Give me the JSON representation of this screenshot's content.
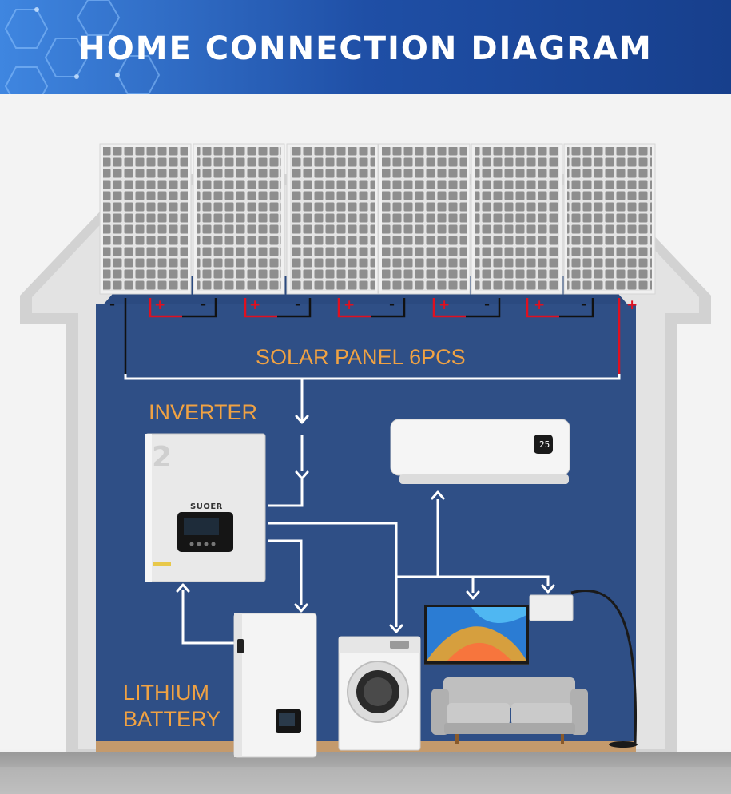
{
  "title": "HOME CONNECTION DIAGRAM",
  "labels": {
    "solar_panels": "SOLAR PANEL 6PCS",
    "inverter": "INVERTER",
    "battery_line1": "LITHIUM",
    "battery_line2": "BATTERY"
  },
  "inverter": {
    "brand": "SUOER",
    "model_number": "2"
  },
  "air_conditioner": {
    "display": "25"
  },
  "panels": {
    "count": 6,
    "terminals": [
      "-",
      "+",
      "-",
      "+",
      "-",
      "+",
      "-",
      "+",
      "-",
      "+",
      "-",
      "+"
    ]
  },
  "connections": [
    {
      "from": "solar-panels",
      "to": "inverter"
    },
    {
      "from": "inverter",
      "to": "air-conditioner"
    },
    {
      "from": "inverter",
      "to": "washing-machine"
    },
    {
      "from": "inverter",
      "to": "television"
    },
    {
      "from": "inverter",
      "to": "floor-lamp"
    },
    {
      "from": "inverter",
      "to": "lithium-battery"
    },
    {
      "from": "lithium-battery",
      "to": "inverter"
    }
  ],
  "colors": {
    "banner": "#1f4fa6",
    "wall": "#2f4f86",
    "house_frame": "#d8d8d8",
    "wire": "#ffffff",
    "label": "#f0a243",
    "positive": "#e01020",
    "negative": "#111111"
  }
}
